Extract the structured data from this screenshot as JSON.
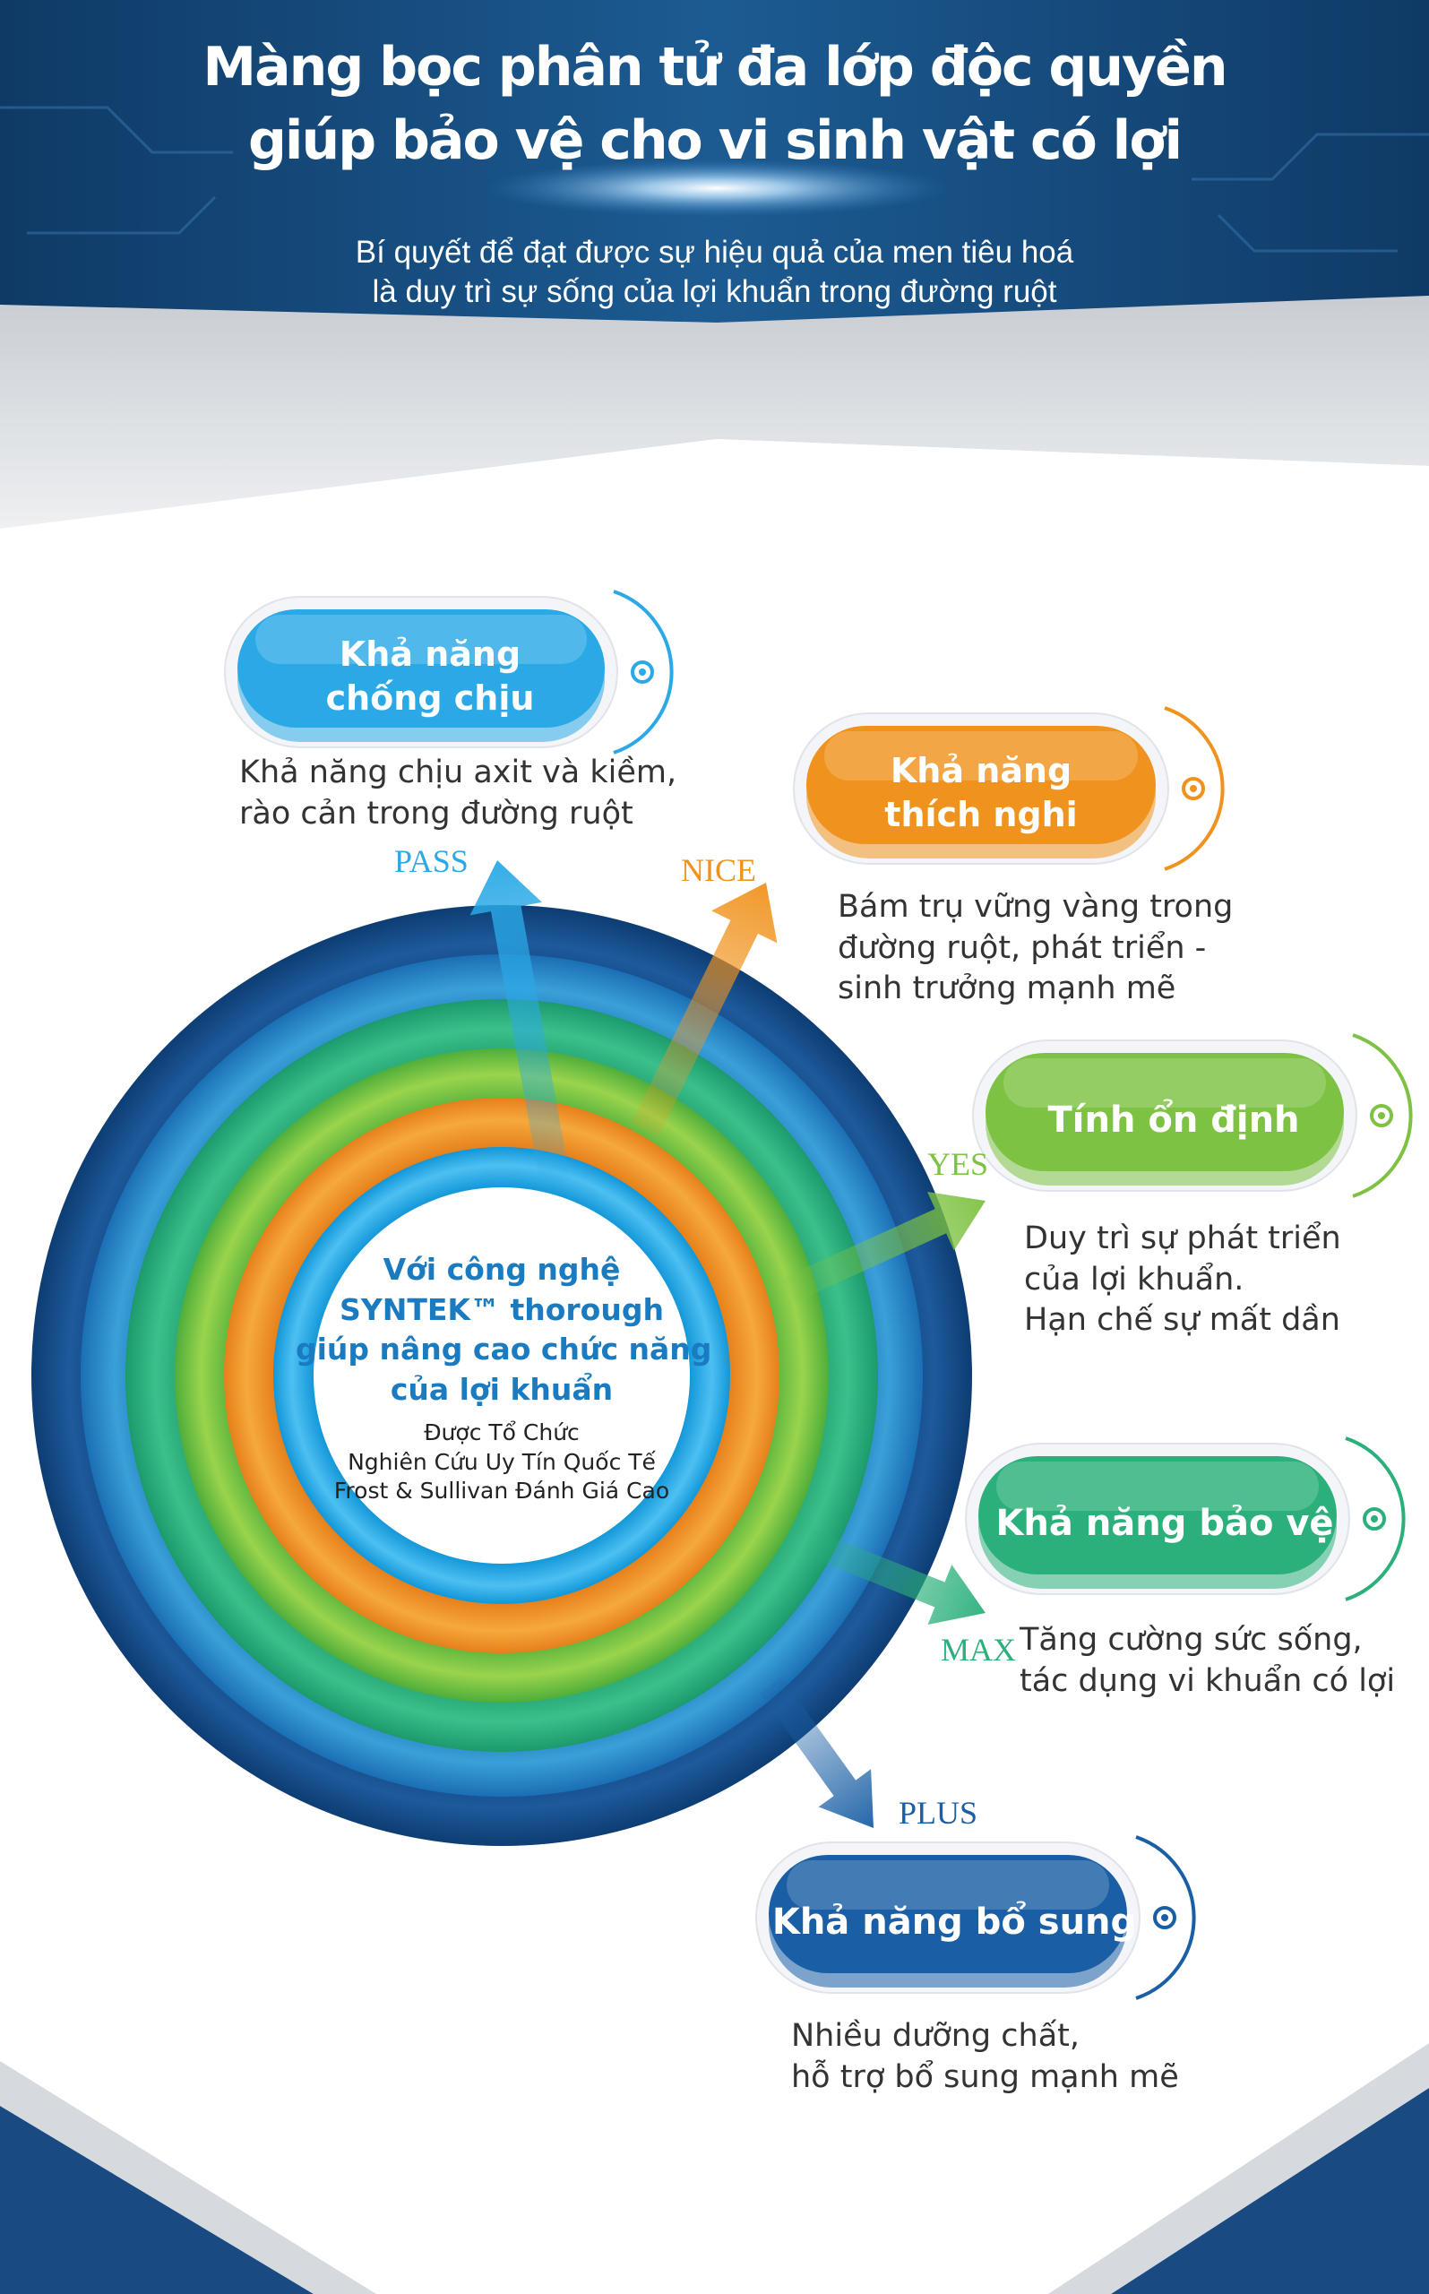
{
  "header": {
    "title_line1": "Màng bọc phân tử đa lớp độc quyền",
    "title_line2": "giúp bảo vệ cho vi sinh vật có lợi",
    "subtitle_line1": "Bí quyết để đạt được sự hiệu quả của men tiêu hoá",
    "subtitle_line2": "là duy trì sự sống của lợi khuẩn trong đường ruột"
  },
  "center": {
    "line1": "Với công nghệ",
    "line2": "SYNTEK™ thorough",
    "line3": "giúp nâng cao chức năng",
    "line4": "của lợi khuẩn",
    "sub1": "Được Tổ Chức",
    "sub2": "Nghiên Cứu Uy Tín Quốc Tế",
    "sub3": "Frost & Sullivan Đánh Giá Cao"
  },
  "features": [
    {
      "tag": "PASS",
      "title": [
        "Khả năng",
        "chống chịu"
      ],
      "desc": [
        "Khả năng chịu axit và kiềm,",
        "rào cản trong đường ruột"
      ],
      "color": "#2aa9e6"
    },
    {
      "tag": "NICE",
      "title": [
        "Khả năng",
        "thích nghi"
      ],
      "desc": [
        "Bám trụ vững vàng trong",
        "đường ruột, phát triển -",
        "sinh trưởng mạnh mẽ"
      ],
      "color": "#f0931e"
    },
    {
      "tag": "YES",
      "title": [
        "Tính ổn định"
      ],
      "desc": [
        "Duy trì sự phát triển",
        "của lợi khuẩn.",
        "Hạn chế sự mất dần"
      ],
      "color": "#7dc242"
    },
    {
      "tag": "MAX",
      "title": [
        "Khả năng bảo vệ"
      ],
      "desc": [
        "Tăng cường sức sống,",
        "tác dụng vi khuẩn có lợi"
      ],
      "color": "#2bb07b"
    },
    {
      "tag": "PLUS",
      "title": [
        "Khả năng bổ sung"
      ],
      "desc": [
        "Nhiều dưỡng chất,",
        "hỗ trợ bổ sung mạnh mẽ"
      ],
      "color": "#1a5fa5"
    }
  ]
}
